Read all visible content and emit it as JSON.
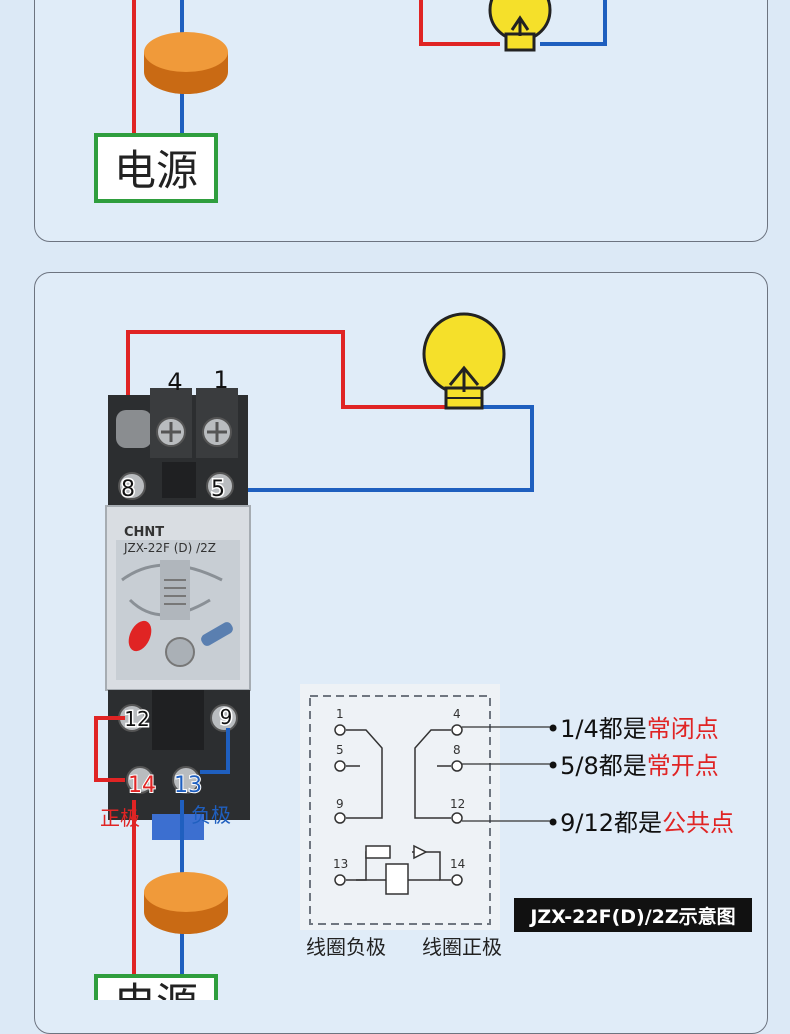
{
  "top_panel": {
    "power_label": "电源"
  },
  "bottom_panel": {
    "terminal_labels": {
      "t4": "4",
      "t1": "1",
      "t8": "8",
      "t5": "5",
      "t12": "12",
      "t9": "9",
      "t14": "14",
      "t13": "13"
    },
    "relay": {
      "brand": "CHNT",
      "model": "JZX-22F (D) /2Z"
    },
    "coil_labels": {
      "positive": "正极",
      "negative": "负极"
    },
    "schematic": {
      "pins": {
        "p1": "1",
        "p5": "5",
        "p9": "9",
        "p13": "13",
        "p4": "4",
        "p8": "8",
        "p12": "12",
        "p14": "14"
      },
      "captions": {
        "coil_negative": "线圈负极",
        "coil_positive": "线圈正极"
      },
      "title": "JZX-22F(D)/2Z示意图"
    },
    "annotations": [
      {
        "prefix": "•1/4都是",
        "highlight": "常闭点"
      },
      {
        "prefix": "•5/8都是",
        "highlight": "常开点"
      },
      {
        "prefix": "•9/12都是",
        "highlight": "公共点"
      }
    ],
    "power_label": "电源"
  },
  "colors": {
    "wire_red": "#e02424",
    "wire_blue": "#1f5fbf",
    "box_green": "#2f9e3e",
    "button_orange": "#e8892a",
    "bulb_yellow": "#f5e02a",
    "highlight_red": "#e02424"
  }
}
